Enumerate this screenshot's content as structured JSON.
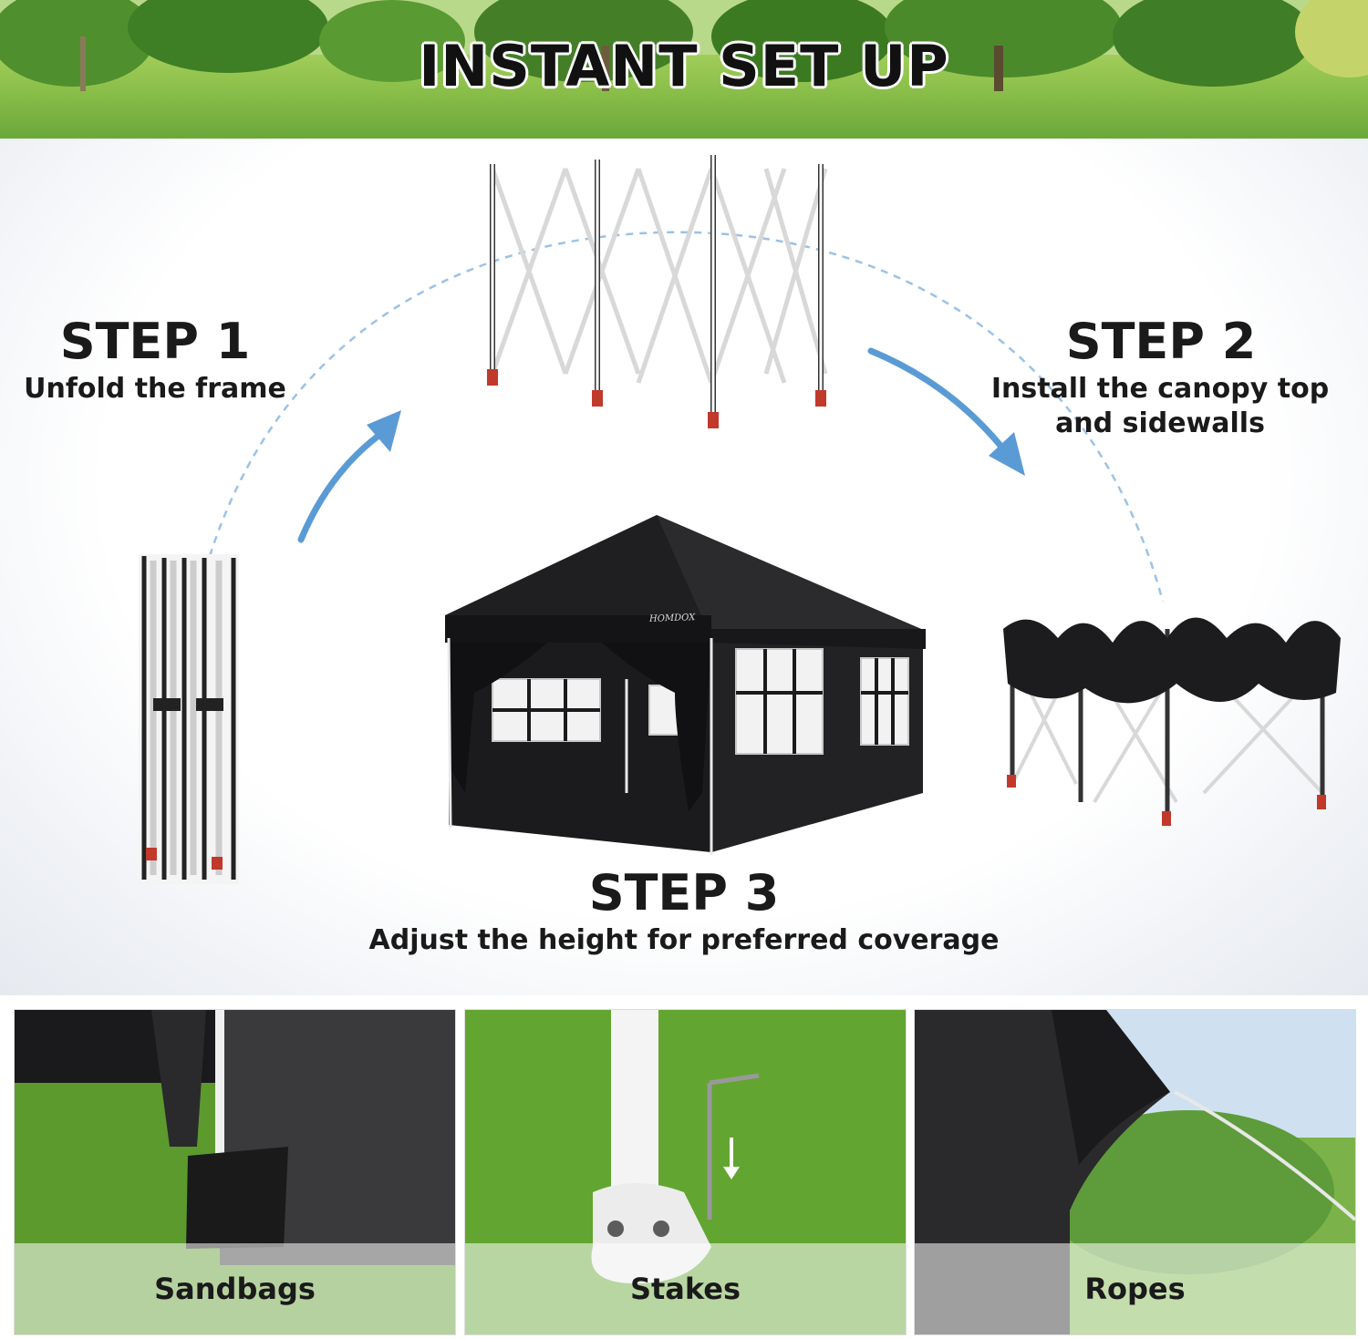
{
  "header": {
    "title": "INSTANT SET UP"
  },
  "steps": [
    {
      "title": "STEP 1",
      "desc": [
        "Unfold the frame"
      ]
    },
    {
      "title": "STEP 2",
      "desc": [
        "Install the canopy top",
        "and sidewalls"
      ]
    },
    {
      "title": "STEP 3",
      "desc": [
        "Adjust the height for preferred coverage"
      ]
    }
  ],
  "tent": {
    "brand": "HOMDOX"
  },
  "accessories": [
    {
      "label": "Sandbags"
    },
    {
      "label": "Stakes"
    },
    {
      "label": "Ropes"
    }
  ],
  "colors": {
    "arrow": "#5b9bd5",
    "dashed_path": "#9cc2e5",
    "canopy": "#1c1c1e",
    "frame": "#ffffff",
    "grass": "#6aa83a"
  }
}
